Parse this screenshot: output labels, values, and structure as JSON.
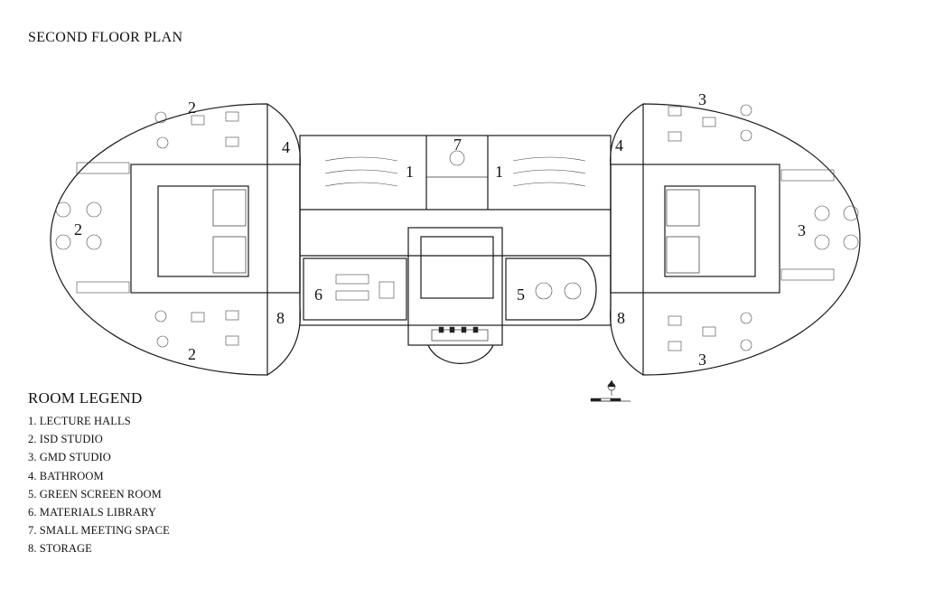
{
  "title": "SECOND FLOOR PLAN",
  "legend": {
    "title": "ROOM LEGEND",
    "items": [
      "1. LECTURE HALLS",
      "2. ISD STUDIO",
      "3. GMD STUDIO",
      "4. BATHROOM",
      "5. GREEN SCREEN ROOM",
      "6. MATERIALS LIBRARY",
      "7. SMALL MEETING SPACE",
      "8. STORAGE"
    ]
  },
  "room_numbers": [
    "2",
    "2",
    "2",
    "3",
    "3",
    "3",
    "4",
    "4",
    "1",
    "1",
    "7",
    "6",
    "5",
    "8",
    "8"
  ]
}
